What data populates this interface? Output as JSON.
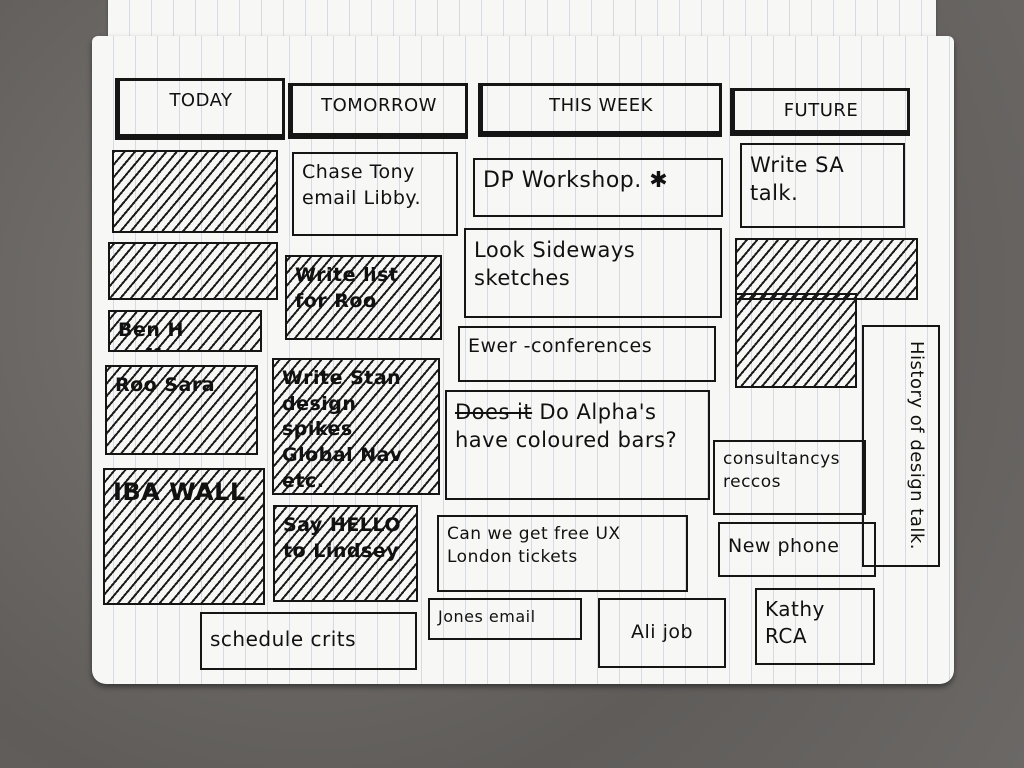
{
  "columns": [
    "TODAY",
    "TOMORROW",
    "THIS WEEK",
    "FUTURE"
  ],
  "today": {
    "ben_coffee": "Ben H coffee",
    "roo_sara": "Roo Sara",
    "iba_wall": "IBA WALL"
  },
  "tomorrow": {
    "chase": "Chase Tony email Libby.",
    "write_list": "Write list for Roo",
    "write_stan": "Write Stan design spikes Global Nav etc.",
    "say_hello": "Say HELLO to Lindsey"
  },
  "this_week": {
    "dp": "DP Workshop. ✱",
    "look": "Look Sideways sketches",
    "ewer": "Ewer -conferences",
    "alpha_struck": "Does it",
    "alpha": "Do Alpha's have coloured bars?",
    "ux": "Can we get free UX London tickets",
    "jones": "Jones email",
    "schedule": "schedule crits",
    "ali": "Ali job"
  },
  "future": {
    "sa": "Write SA talk.",
    "history": "History of design talk.",
    "consult": "consultancys reccos",
    "phone": "New phone",
    "kathy": "Kathy RCA"
  }
}
